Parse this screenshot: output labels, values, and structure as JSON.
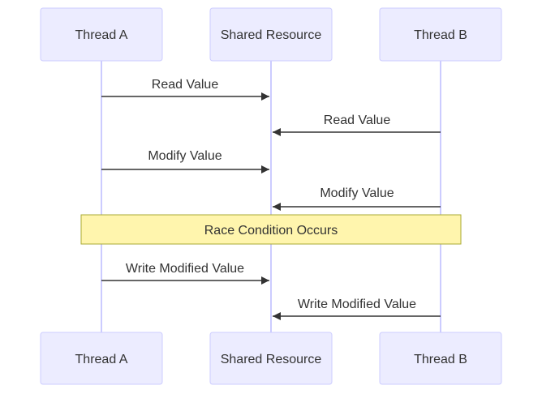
{
  "participants": {
    "thread_a": "Thread A",
    "shared_resource": "Shared Resource",
    "thread_b": "Thread B"
  },
  "messages": [
    {
      "label": "Read Value"
    },
    {
      "label": "Read Value"
    },
    {
      "label": "Modify Value"
    },
    {
      "label": "Modify Value"
    },
    {
      "label": "Write Modified Value"
    },
    {
      "label": "Write Modified Value"
    }
  ],
  "note": {
    "label": "Race Condition Occurs"
  },
  "colors": {
    "actor_fill": "#ECECFF",
    "actor_border": "#CCCCFF",
    "lifeline": "#CCCCFF",
    "arrow": "#333333",
    "note_fill": "#FFF5AD",
    "note_border": "#AAAA33"
  }
}
